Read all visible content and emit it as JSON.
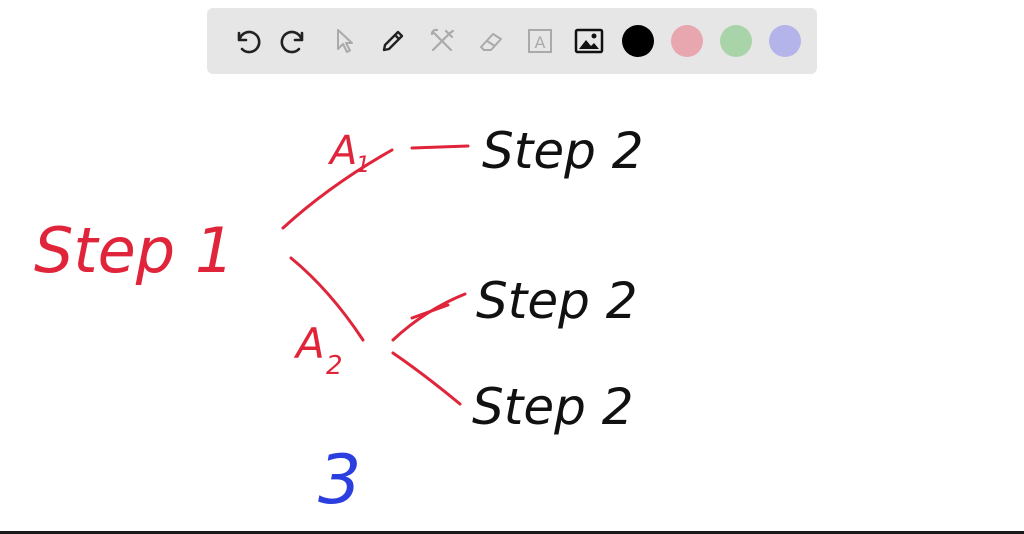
{
  "toolbar": {
    "tools": [
      {
        "name": "undo-icon"
      },
      {
        "name": "redo-icon"
      },
      {
        "name": "select-icon"
      },
      {
        "name": "pen-icon"
      },
      {
        "name": "tools-icon"
      },
      {
        "name": "eraser-icon"
      },
      {
        "name": "text-icon",
        "glyph": "A"
      },
      {
        "name": "image-icon"
      }
    ],
    "colors": [
      "#000000",
      "#e8a7ae",
      "#a9d4a9",
      "#b5b4ea"
    ]
  },
  "whiteboard": {
    "step1": "Step 1",
    "a1": "A",
    "a1_sub": "1",
    "a2": "A",
    "a2_sub": "2",
    "step2_top": "Step 2",
    "step2_mid": "Step 2",
    "step2_bot": "Step 2",
    "number": "3",
    "red_color": "#e0243a",
    "black_color": "#111111",
    "blue_color": "#2b3fe0"
  }
}
